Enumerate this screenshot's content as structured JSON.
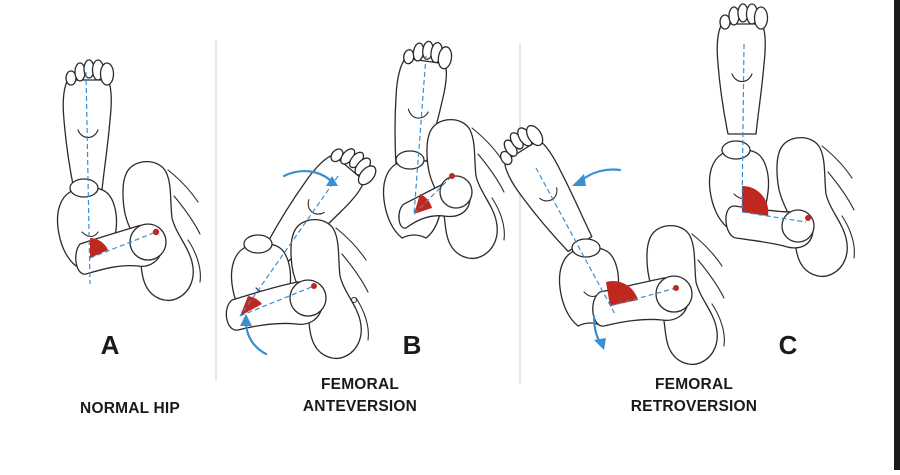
{
  "panels": [
    {
      "id": "normal",
      "letter": "A",
      "caption_lines": [
        "NORMAL HIP"
      ]
    },
    {
      "id": "anteversion",
      "letter": "B",
      "caption_lines": [
        "FEMORAL",
        "ANTEVERSION"
      ]
    },
    {
      "id": "retroversion",
      "letter": "C",
      "caption_lines": [
        "FEMORAL",
        "RETROVERSION"
      ]
    }
  ],
  "colors": {
    "angle_wedge": "#c0281f",
    "axis_and_arrows": "#3a8fd0",
    "outline": "#2b2b2b"
  }
}
